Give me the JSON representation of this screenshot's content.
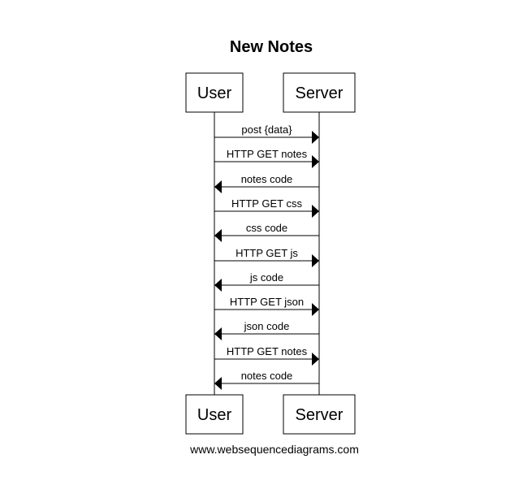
{
  "title": "New Notes",
  "participants": [
    {
      "id": "user",
      "label": "User"
    },
    {
      "id": "server",
      "label": "Server"
    }
  ],
  "messages": [
    {
      "from": "user",
      "to": "server",
      "label": "post {data}"
    },
    {
      "from": "user",
      "to": "server",
      "label": "HTTP GET notes"
    },
    {
      "from": "server",
      "to": "user",
      "label": "notes code"
    },
    {
      "from": "user",
      "to": "server",
      "label": "HTTP GET css"
    },
    {
      "from": "server",
      "to": "user",
      "label": "css code"
    },
    {
      "from": "user",
      "to": "server",
      "label": "HTTP GET js"
    },
    {
      "from": "server",
      "to": "user",
      "label": "js code"
    },
    {
      "from": "user",
      "to": "server",
      "label": "HTTP GET json"
    },
    {
      "from": "server",
      "to": "user",
      "label": "json code"
    },
    {
      "from": "user",
      "to": "server",
      "label": "HTTP GET notes"
    },
    {
      "from": "server",
      "to": "user",
      "label": "notes code"
    }
  ],
  "footer": "www.websequencediagrams.com"
}
